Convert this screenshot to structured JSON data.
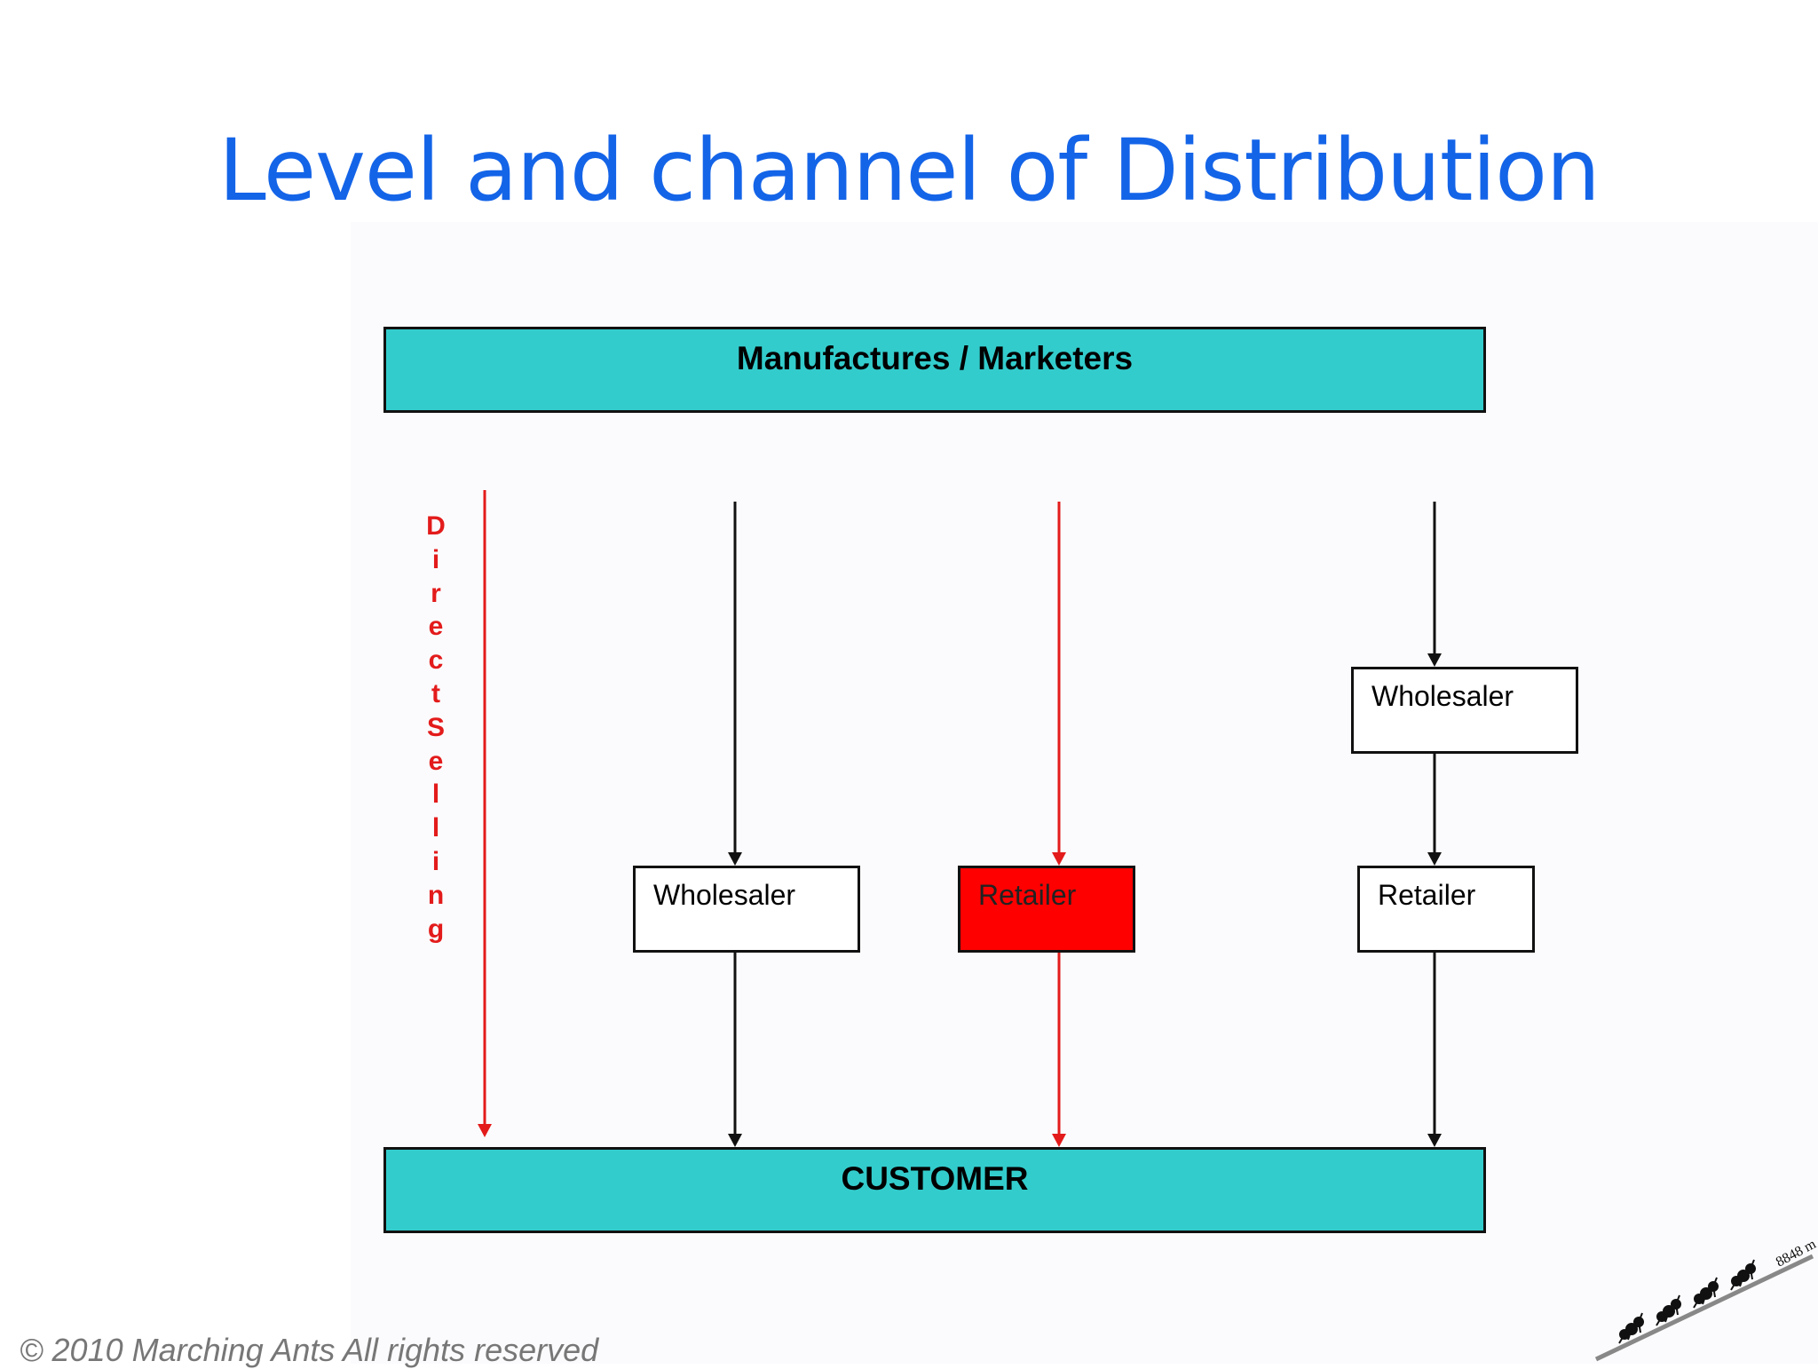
{
  "title": "Level and channel of Distribution",
  "top_band": "Manufactures / Marketers",
  "bottom_band": "CUSTOMER",
  "direct_selling": "DirectSelling",
  "nodes": {
    "wholesaler_channel2": "Wholesaler",
    "retailer_channel3": "Retailer",
    "wholesaler_channel4": "Wholesaler",
    "retailer_channel4": "Retailer"
  },
  "colors": {
    "title": "#1464e8",
    "band": "#33cccc",
    "highlight": "#ff0000",
    "direct": "#e31b1b"
  },
  "logo_text": "8848 m",
  "footer": "© 2010 Marching Ants All rights reserved"
}
